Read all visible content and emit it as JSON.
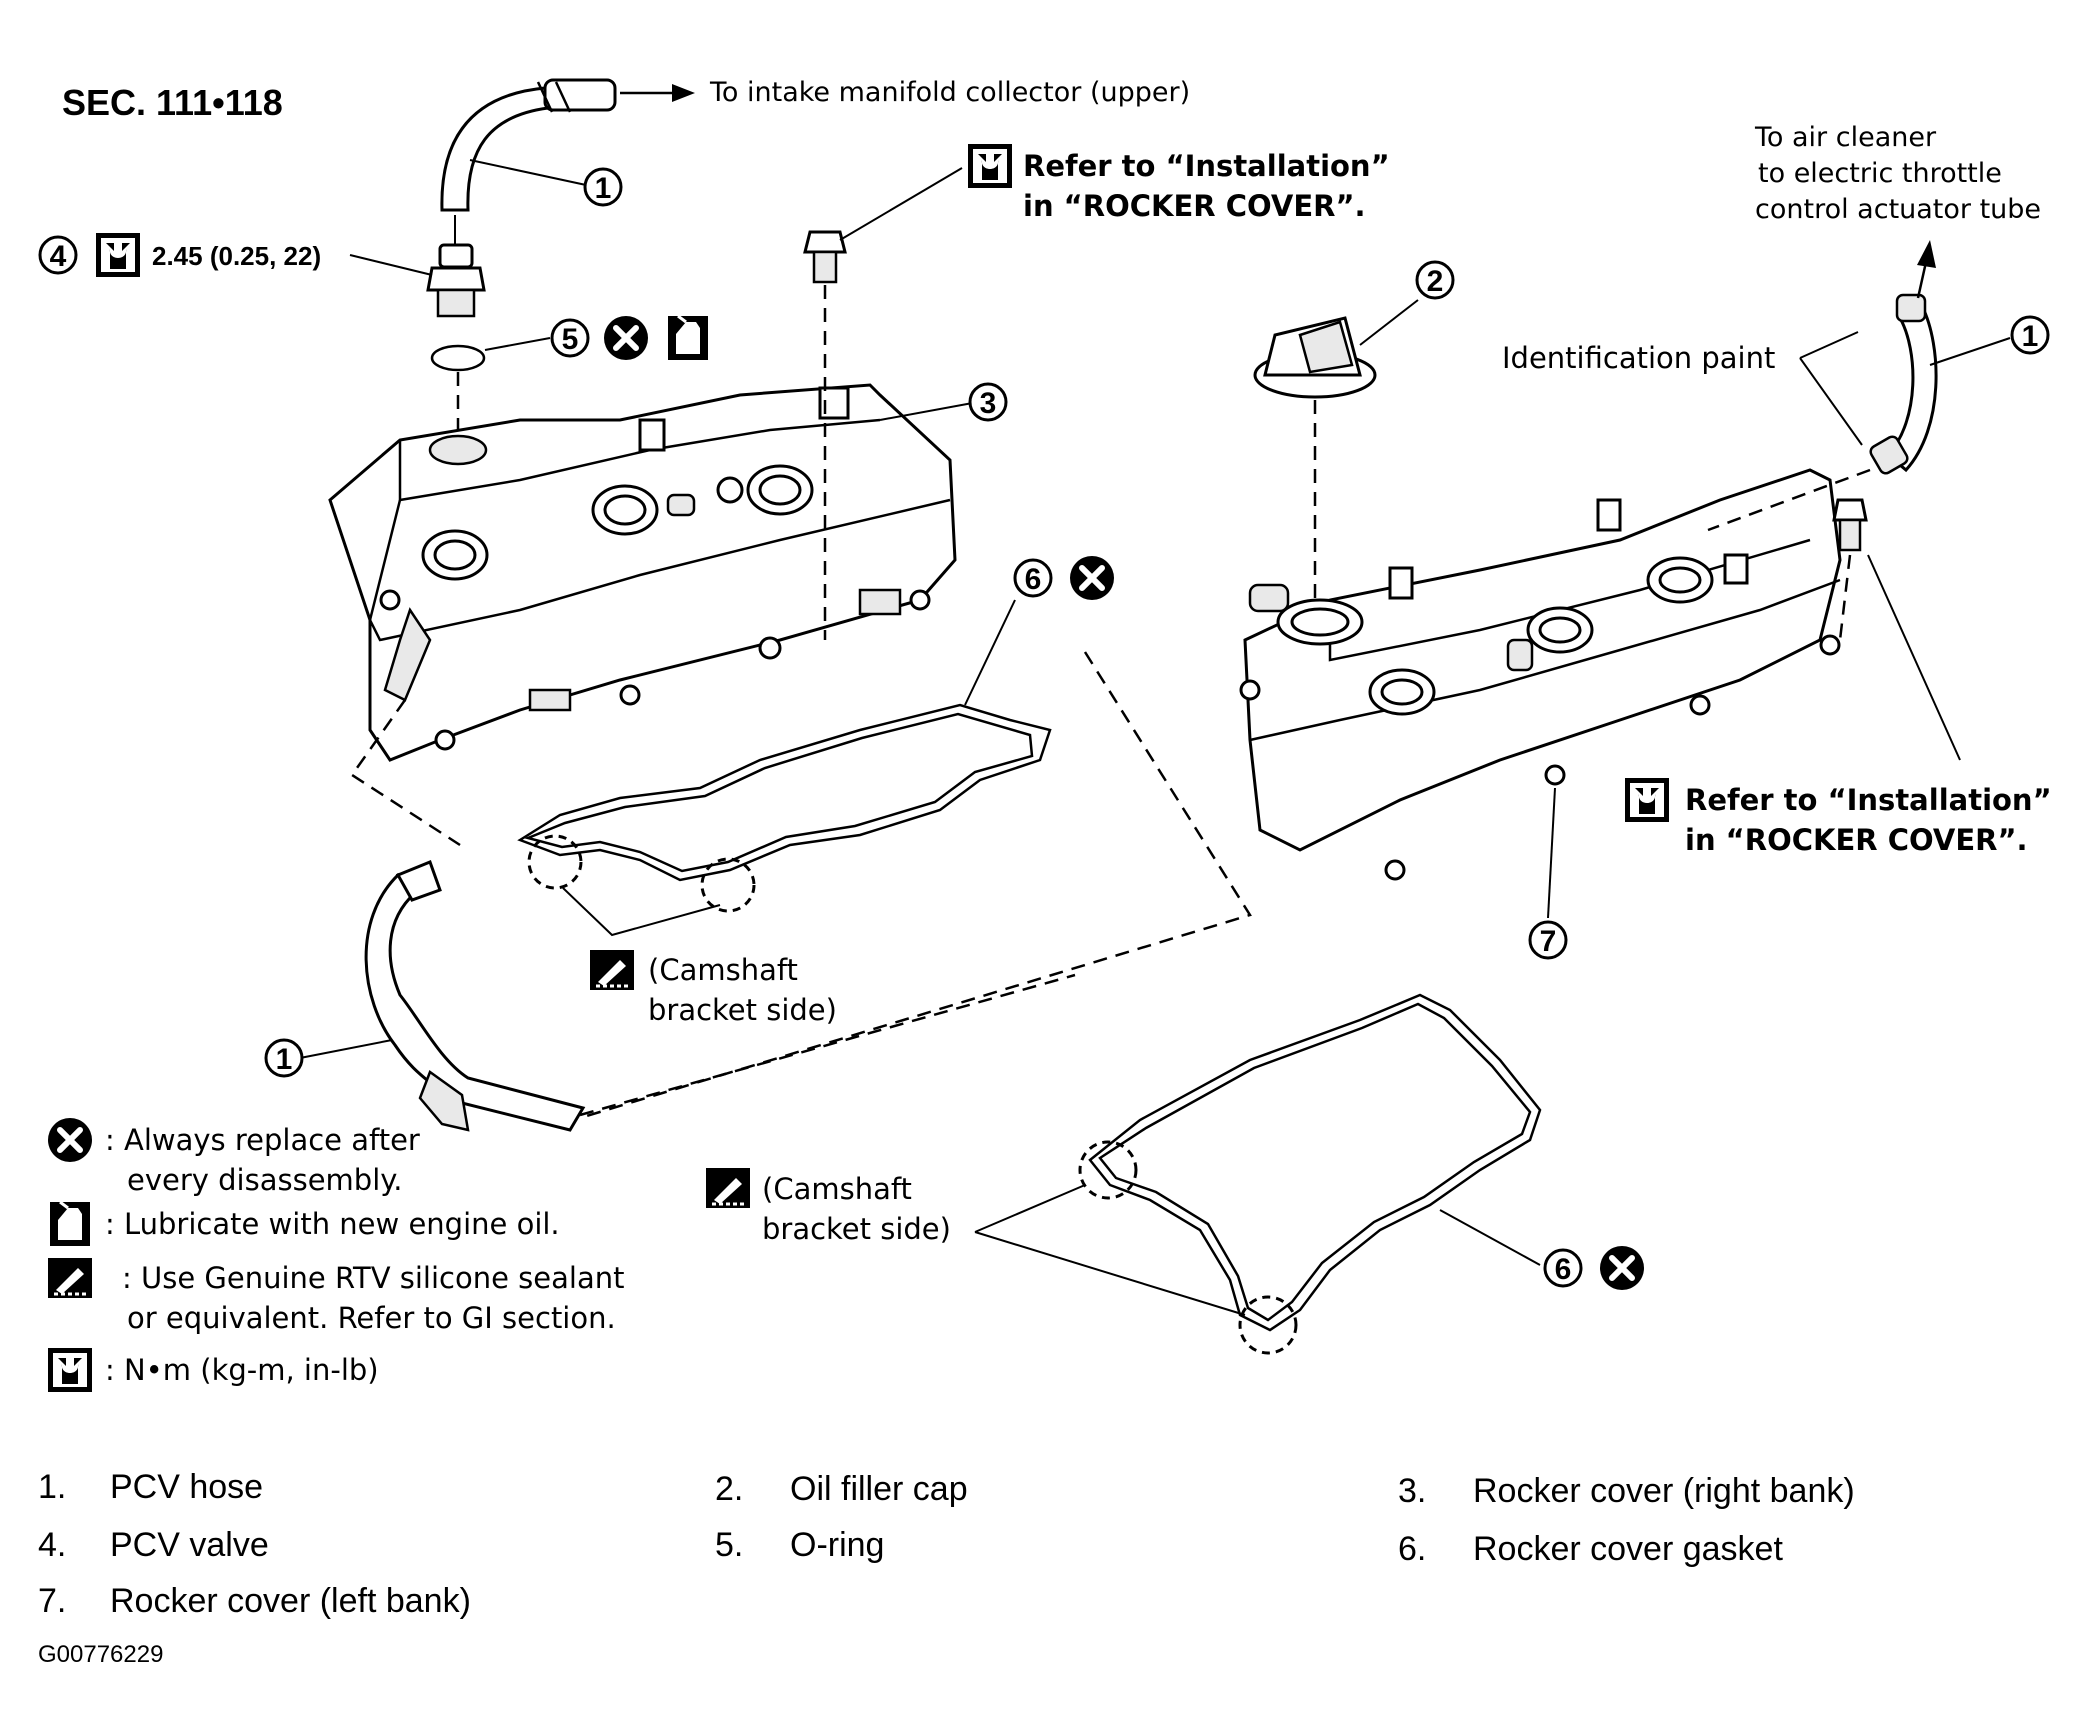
{
  "section_title": "SEC. 111•118",
  "callout_numbers": [
    "1",
    "2",
    "3",
    "4",
    "5",
    "6",
    "7"
  ],
  "labels": {
    "intake_manifold": "To intake manifold collector (upper)",
    "torque_value": "2.45 (0.25, 22)",
    "refer_installation_top_line1": "Refer to “Installation”",
    "refer_installation_top_line2": "in “ROCKER COVER”.",
    "air_cleaner_line1": "To air cleaner",
    "air_cleaner_line2": "to electric throttle",
    "air_cleaner_line3": "control actuator tube",
    "identification_paint": "Identification paint",
    "refer_installation_right_line1": "Refer to “Installation”",
    "refer_installation_right_line2": "in “ROCKER COVER”.",
    "camshaft_top_line1": "(Camshaft",
    "camshaft_top_line2": "bracket side)",
    "camshaft_bottom_line1": "(Camshaft",
    "camshaft_bottom_line2": "bracket side)"
  },
  "legend": [
    {
      "symbol": "replace-x-icon",
      "line1": ": Always replace after",
      "line2": "every disassembly."
    },
    {
      "symbol": "oil-can-icon",
      "line1": ": Lubricate with new engine oil.",
      "line2": ""
    },
    {
      "symbol": "sealant-tube-icon",
      "line1": ": Use Genuine RTV silicone sealant",
      "line2": "or equivalent. Refer to GI section."
    },
    {
      "symbol": "torque-wrench-icon",
      "line1": ": N•m (kg-m, in-lb)",
      "line2": ""
    }
  ],
  "parts_list": [
    {
      "num": "1.",
      "name": "PCV hose"
    },
    {
      "num": "2.",
      "name": "Oil filler cap"
    },
    {
      "num": "3.",
      "name": "Rocker cover (right bank)"
    },
    {
      "num": "4.",
      "name": "PCV valve"
    },
    {
      "num": "5.",
      "name": "O-ring"
    },
    {
      "num": "6.",
      "name": "Rocker cover gasket"
    },
    {
      "num": "7.",
      "name": "Rocker cover (left bank)"
    }
  ],
  "figure_id": "G00776229"
}
